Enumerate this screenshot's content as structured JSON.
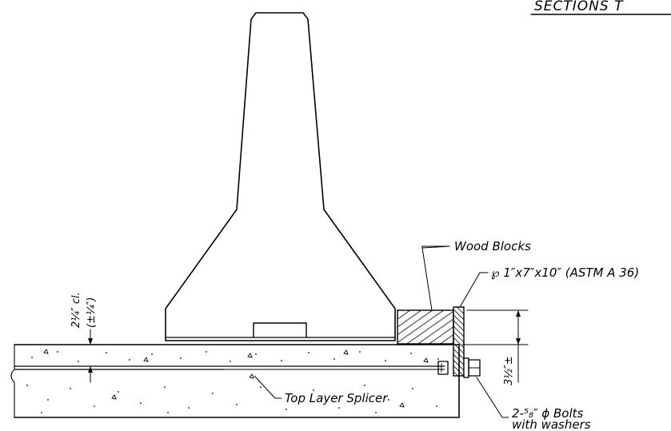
{
  "title": "SECTIONS T",
  "labels": {
    "wood_blocks": "Wood Blocks",
    "plate": "℘ 1″x7″x10″ (ASTM A 36)",
    "top_layer_splicer": "Top Layer Splicer",
    "bolts_line1": "2-⁵₈″ ϕ Bolts",
    "bolts_line2": "with washers",
    "cover_dim": "2¼″ cl.",
    "cover_tol": "(±¼″)",
    "block_height_dim": "3½″±"
  },
  "colors": {
    "line": "#000000",
    "background": "#ffffff"
  }
}
